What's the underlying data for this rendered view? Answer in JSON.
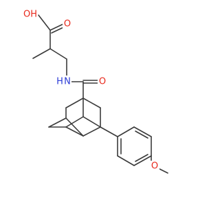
{
  "colors": {
    "bond": "#3a3a3a",
    "oxygen": "#e8291c",
    "nitrogen": "#2b3bd6",
    "background": "#ffffff"
  },
  "atoms": {
    "hydroxyl": "OH",
    "acid_carbonyl": "O",
    "amide_nh": "N",
    "amide_h": "H",
    "amide_carbonyl": "O",
    "methoxy_o": "O"
  }
}
